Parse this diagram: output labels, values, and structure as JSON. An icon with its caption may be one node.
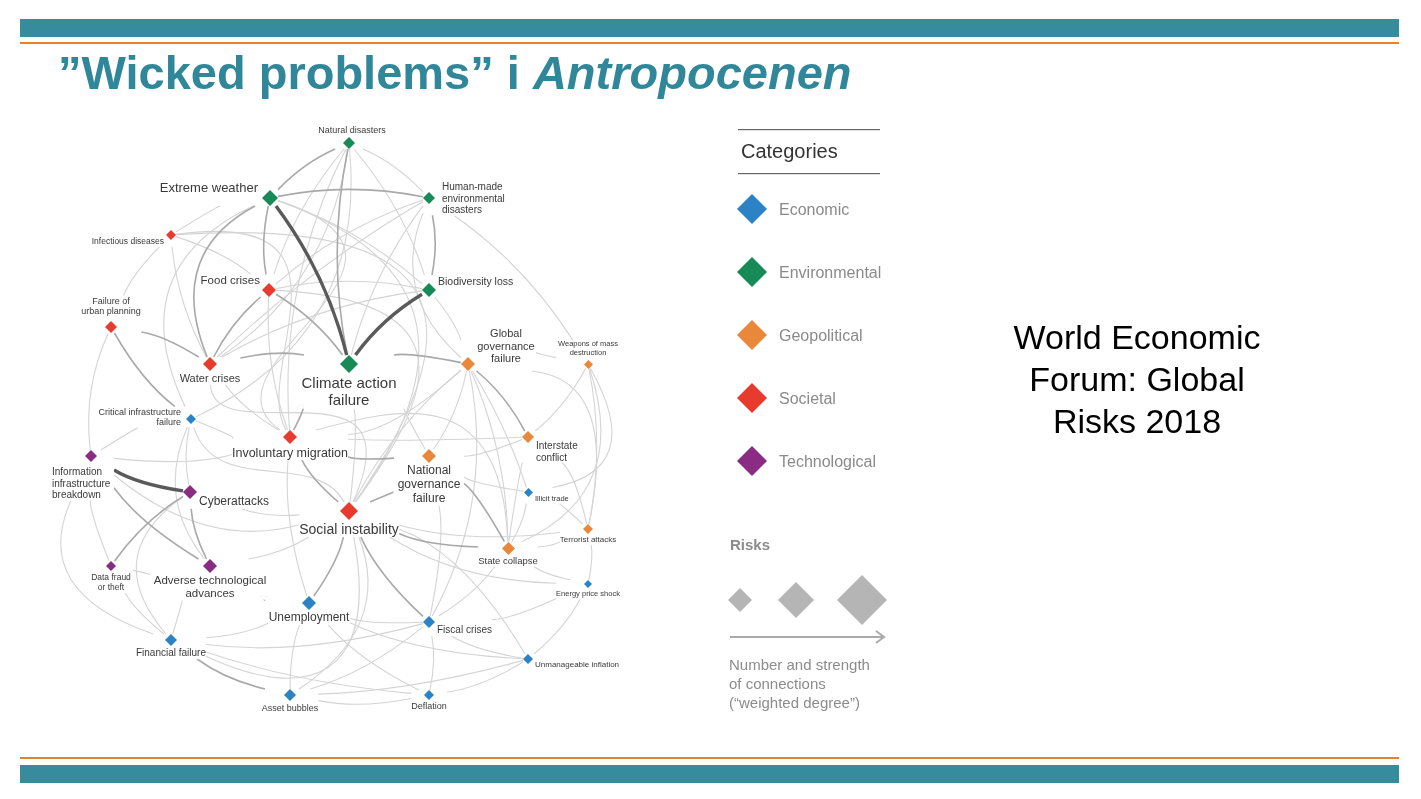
{
  "diagram": {
    "title": "”Wicked problems” i *Antropocenen*",
    "nodes": [
      {
        "text": [
          "Natural disasters"
        ]
      },
      {
        "text": [
          "Extreme weather"
        ]
      },
      {
        "text": [
          "Human-made environmental disasters"
        ]
      },
      {
        "text": [
          "Infectious diseases"
        ]
      },
      {
        "text": [
          "Food crises"
        ]
      },
      {
        "text": [
          "Biodiversity loss"
        ]
      },
      {
        "text": [
          "Failure of urban planning"
        ]
      },
      {
        "text": [
          "Water crises"
        ]
      },
      {
        "text": [
          "Climate action failure"
        ]
      },
      {
        "text": [
          "Global governance failure"
        ]
      },
      {
        "text": [
          "Weapons of mass destruction"
        ]
      },
      {
        "text": [
          "Critical infrastructure failure"
        ]
      },
      {
        "text": [
          "Information infrastructure breakdown"
        ]
      },
      {
        "text": [
          "Involuntary migration"
        ]
      },
      {
        "text": [
          "National governance failure"
        ]
      },
      {
        "text": [
          "Interstate conflict"
        ]
      },
      {
        "text": [
          "Cyberattacks"
        ]
      },
      {
        "text": [
          "Illicit trade"
        ]
      },
      {
        "text": [
          "Social instability"
        ]
      },
      {
        "text": [
          "Terrorist attacks"
        ]
      },
      {
        "text": [
          "State collapse"
        ]
      },
      {
        "text": [
          "Data fraud or theft"
        ]
      },
      {
        "text": [
          "Adverse technological advances"
        ]
      },
      {
        "text": [
          "Energy price shock"
        ]
      },
      {
        "text": [
          "Unemployment"
        ]
      },
      {
        "text": [
          "Fiscal crises"
        ]
      },
      {
        "text": [
          "Financial failure"
        ]
      },
      {
        "text": [
          "Unmanageable inflation"
        ]
      },
      {
        "text": [
          "Asset bubbles"
        ]
      },
      {
        "text": [
          "Deflation"
        ]
      }
    ],
    "edges": [
      {
        "from": 1,
        "to": 8,
        "arrow": "none",
        "style": "thick",
        "color": "#5a5a5a"
      },
      {
        "from": 5,
        "to": 8,
        "arrow": "none",
        "style": "thick",
        "color": "#5a5a5a"
      },
      {
        "from": 12,
        "to": 16,
        "arrow": "none",
        "style": "thick",
        "color": "#5a5a5a"
      },
      {
        "from": 16,
        "to": 21,
        "arrow": "none",
        "color": "#a9a9a9"
      },
      {
        "from": 22,
        "to": 24,
        "arrow": "none",
        "color": "#a9a9a9"
      },
      {
        "from": 18,
        "to": 24,
        "arrow": "none",
        "color": "#a9a9a9"
      },
      {
        "from": 14,
        "to": 18,
        "arrow": "none",
        "color": "#a9a9a9"
      },
      {
        "from": 13,
        "to": 18,
        "arrow": "none",
        "color": "#a9a9a9"
      },
      {
        "from": 9,
        "to": 15,
        "arrow": "none",
        "color": "#a9a9a9"
      },
      {
        "from": 1,
        "to": 4,
        "arrow": "none",
        "color": "#a9a9a9"
      },
      {
        "from": 1,
        "to": 7,
        "arrow": "none",
        "color": "#a9a9a9"
      },
      {
        "from": 0,
        "to": 1,
        "arrow": "none",
        "color": "#a9a9a9"
      },
      {
        "from": 7,
        "to": 8,
        "arrow": "none",
        "color": "#a9a9a9"
      },
      {
        "from": 4,
        "to": 8,
        "arrow": "none",
        "color": "#a9a9a9"
      },
      {
        "from": 4,
        "to": 7,
        "arrow": "none",
        "color": "#a9a9a9"
      },
      {
        "from": 8,
        "to": 13,
        "arrow": "none",
        "color": "#a9a9a9"
      },
      {
        "from": 8,
        "to": 9,
        "arrow": "none",
        "color": "#a9a9a9"
      },
      {
        "from": 0,
        "to": 8,
        "arrow": "none",
        "color": "#a9a9a9"
      },
      {
        "from": 1,
        "to": 2,
        "arrow": "none",
        "color": "#a9a9a9"
      },
      {
        "from": 1,
        "to": 5,
        "arrow": "none"
      },
      {
        "from": 2,
        "to": 5,
        "arrow": "none",
        "color": "#a9a9a9"
      },
      {
        "from": 0,
        "to": 2,
        "arrow": "none"
      },
      {
        "from": 26,
        "to": 28,
        "arrow": "none",
        "color": "#a9a9a9"
      },
      {
        "from": 18,
        "to": 20,
        "arrow": "none",
        "color": "#a9a9a9"
      },
      {
        "from": 24,
        "to": 25,
        "arrow": "none"
      },
      {
        "from": 18,
        "to": 25,
        "arrow": "none",
        "color": "#a9a9a9"
      },
      {
        "from": 11,
        "to": 16,
        "arrow": "none"
      },
      {
        "from": 16,
        "to": 22,
        "arrow": "none",
        "color": "#a9a9a9"
      },
      {
        "from": 21,
        "to": 22,
        "arrow": "none"
      },
      {
        "from": 12,
        "to": 22,
        "arrow": "none",
        "color": "#a9a9a9"
      },
      {
        "from": 11,
        "to": 12,
        "arrow": "none"
      },
      {
        "from": 12,
        "to": 21,
        "arrow": "none"
      },
      {
        "from": 6,
        "to": 7,
        "arrow": "none",
        "color": "#a9a9a9"
      },
      {
        "from": 6,
        "to": 11,
        "arrow": "none",
        "color": "#a9a9a9"
      },
      {
        "from": 3,
        "to": 4,
        "arrow": "none"
      },
      {
        "from": 3,
        "to": 7,
        "arrow": "none"
      },
      {
        "from": 1,
        "to": 3,
        "arrow": "none"
      },
      {
        "from": 3,
        "to": 18,
        "arrow": "none"
      },
      {
        "from": 3,
        "to": 13,
        "arrow": "none"
      },
      {
        "from": 9,
        "to": 14,
        "arrow": "none"
      },
      {
        "from": 9,
        "to": 20,
        "arrow": "none"
      },
      {
        "from": 9,
        "to": 10,
        "arrow": "none"
      },
      {
        "from": 9,
        "to": 13,
        "arrow": "none"
      },
      {
        "from": 9,
        "to": 18,
        "arrow": "none"
      },
      {
        "from": 9,
        "to": 19,
        "arrow": "none"
      },
      {
        "from": 9,
        "to": 17,
        "arrow": "none"
      },
      {
        "from": 10,
        "to": 15,
        "arrow": "none"
      },
      {
        "from": 15,
        "to": 20,
        "arrow": "none"
      },
      {
        "from": 13,
        "to": 15,
        "arrow": "none"
      },
      {
        "from": 15,
        "to": 19,
        "arrow": "none"
      },
      {
        "from": 14,
        "to": 15,
        "arrow": "none"
      },
      {
        "from": 10,
        "to": 19,
        "arrow": "none"
      },
      {
        "from": 10,
        "to": 17,
        "arrow": "none"
      },
      {
        "from": 10,
        "to": 20,
        "arrow": "none"
      },
      {
        "from": 19,
        "to": 20,
        "arrow": "none"
      },
      {
        "from": 18,
        "to": 19,
        "arrow": "none"
      },
      {
        "from": 17,
        "to": 19,
        "arrow": "none"
      },
      {
        "from": 17,
        "to": 20,
        "arrow": "none"
      },
      {
        "from": 14,
        "to": 17,
        "arrow": "none"
      },
      {
        "from": 14,
        "to": 20,
        "arrow": "none",
        "color": "#a9a9a9"
      },
      {
        "from": 13,
        "to": 20,
        "arrow": "none"
      },
      {
        "from": 20,
        "to": 25,
        "arrow": "none"
      },
      {
        "from": 23,
        "to": 25,
        "arrow": "none"
      },
      {
        "from": 23,
        "to": 27,
        "arrow": "none"
      },
      {
        "from": 20,
        "to": 23,
        "arrow": "none"
      },
      {
        "from": 18,
        "to": 23,
        "arrow": "none"
      },
      {
        "from": 25,
        "to": 27,
        "arrow": "none"
      },
      {
        "from": 27,
        "to": 29,
        "arrow": "none"
      },
      {
        "from": 24,
        "to": 27,
        "arrow": "none"
      },
      {
        "from": 18,
        "to": 27,
        "arrow": "none"
      },
      {
        "from": 27,
        "to": 28,
        "arrow": "none"
      },
      {
        "from": 25,
        "to": 29,
        "arrow": "none"
      },
      {
        "from": 25,
        "to": 26,
        "arrow": "none"
      },
      {
        "from": 25,
        "to": 28,
        "arrow": "none"
      },
      {
        "from": 14,
        "to": 25,
        "arrow": "none"
      },
      {
        "from": 9,
        "to": 25,
        "arrow": "none"
      },
      {
        "from": 28,
        "to": 29,
        "arrow": "none"
      },
      {
        "from": 24,
        "to": 29,
        "arrow": "none"
      },
      {
        "from": 26,
        "to": 29,
        "arrow": "none"
      },
      {
        "from": 24,
        "to": 26,
        "arrow": "none"
      },
      {
        "from": 24,
        "to": 28,
        "arrow": "none"
      },
      {
        "from": 13,
        "to": 24,
        "arrow": "none"
      },
      {
        "from": 21,
        "to": 26,
        "arrow": "none"
      },
      {
        "from": 16,
        "to": 26,
        "arrow": "none"
      },
      {
        "from": 22,
        "to": 26,
        "arrow": "none"
      },
      {
        "from": 18,
        "to": 26,
        "arrow": "none"
      },
      {
        "from": 12,
        "to": 26,
        "arrow": "none"
      },
      {
        "from": 18,
        "to": 28,
        "arrow": "none"
      },
      {
        "from": 8,
        "to": 18,
        "arrow": "none"
      },
      {
        "from": 7,
        "to": 18,
        "arrow": "none"
      },
      {
        "from": 4,
        "to": 18,
        "arrow": "none"
      },
      {
        "from": 1,
        "to": 18,
        "arrow": "none"
      },
      {
        "from": 16,
        "to": 18,
        "arrow": "none"
      },
      {
        "from": 18,
        "to": 22,
        "arrow": "none"
      },
      {
        "from": 7,
        "to": 13,
        "arrow": "none"
      },
      {
        "from": 4,
        "to": 13,
        "arrow": "none"
      },
      {
        "from": 1,
        "to": 13,
        "arrow": "none"
      },
      {
        "from": 13,
        "to": 14,
        "arrow": "none",
        "color": "#a9a9a9"
      },
      {
        "from": 0,
        "to": 13,
        "arrow": "none"
      },
      {
        "from": 2,
        "to": 8,
        "arrow": "none"
      },
      {
        "from": 8,
        "to": 14,
        "arrow": "none"
      },
      {
        "from": 0,
        "to": 4,
        "arrow": "none"
      },
      {
        "from": 0,
        "to": 5,
        "arrow": "none"
      },
      {
        "from": 0,
        "to": 7,
        "arrow": "none"
      },
      {
        "from": 4,
        "to": 5,
        "arrow": "none"
      },
      {
        "from": 5,
        "to": 7,
        "arrow": "none"
      },
      {
        "from": 5,
        "to": 9,
        "arrow": "none"
      },
      {
        "from": 2,
        "to": 7,
        "arrow": "none"
      },
      {
        "from": 2,
        "to": 4,
        "arrow": "none"
      },
      {
        "from": 2,
        "to": 9,
        "arrow": "none"
      },
      {
        "from": 11,
        "to": 18,
        "arrow": "none"
      },
      {
        "from": 11,
        "to": 13,
        "arrow": "none"
      },
      {
        "from": 1,
        "to": 11,
        "arrow": "none"
      },
      {
        "from": 0,
        "to": 11,
        "arrow": "none"
      },
      {
        "from": 12,
        "to": 18,
        "arrow": "none"
      },
      {
        "from": 12,
        "to": 13,
        "arrow": "none"
      },
      {
        "from": 11,
        "to": 22,
        "arrow": "none"
      },
      {
        "from": 3,
        "to": 6,
        "arrow": "none"
      },
      {
        "from": 6,
        "to": 12,
        "arrow": "none"
      },
      {
        "from": 19,
        "to": 23,
        "arrow": "none"
      },
      {
        "from": 2,
        "to": 10,
        "arrow": "none"
      }
    ],
    "labels": [
      "Categories",
      "Risks",
      "Number and strength of connections (“weighted degree”)",
      "World Economic Forum: Global Risks 2018"
    ],
    "legend": [
      {
        "text": "Economic",
        "color": "#2b83c6"
      },
      {
        "text": "Environmental",
        "color": "#168a57"
      },
      {
        "text": "Geopolitical",
        "color": "#e9883a"
      },
      {
        "text": "Societal",
        "color": "#e63b2e"
      },
      {
        "text": "Technological",
        "color": "#8a2c83"
      }
    ]
  }
}
